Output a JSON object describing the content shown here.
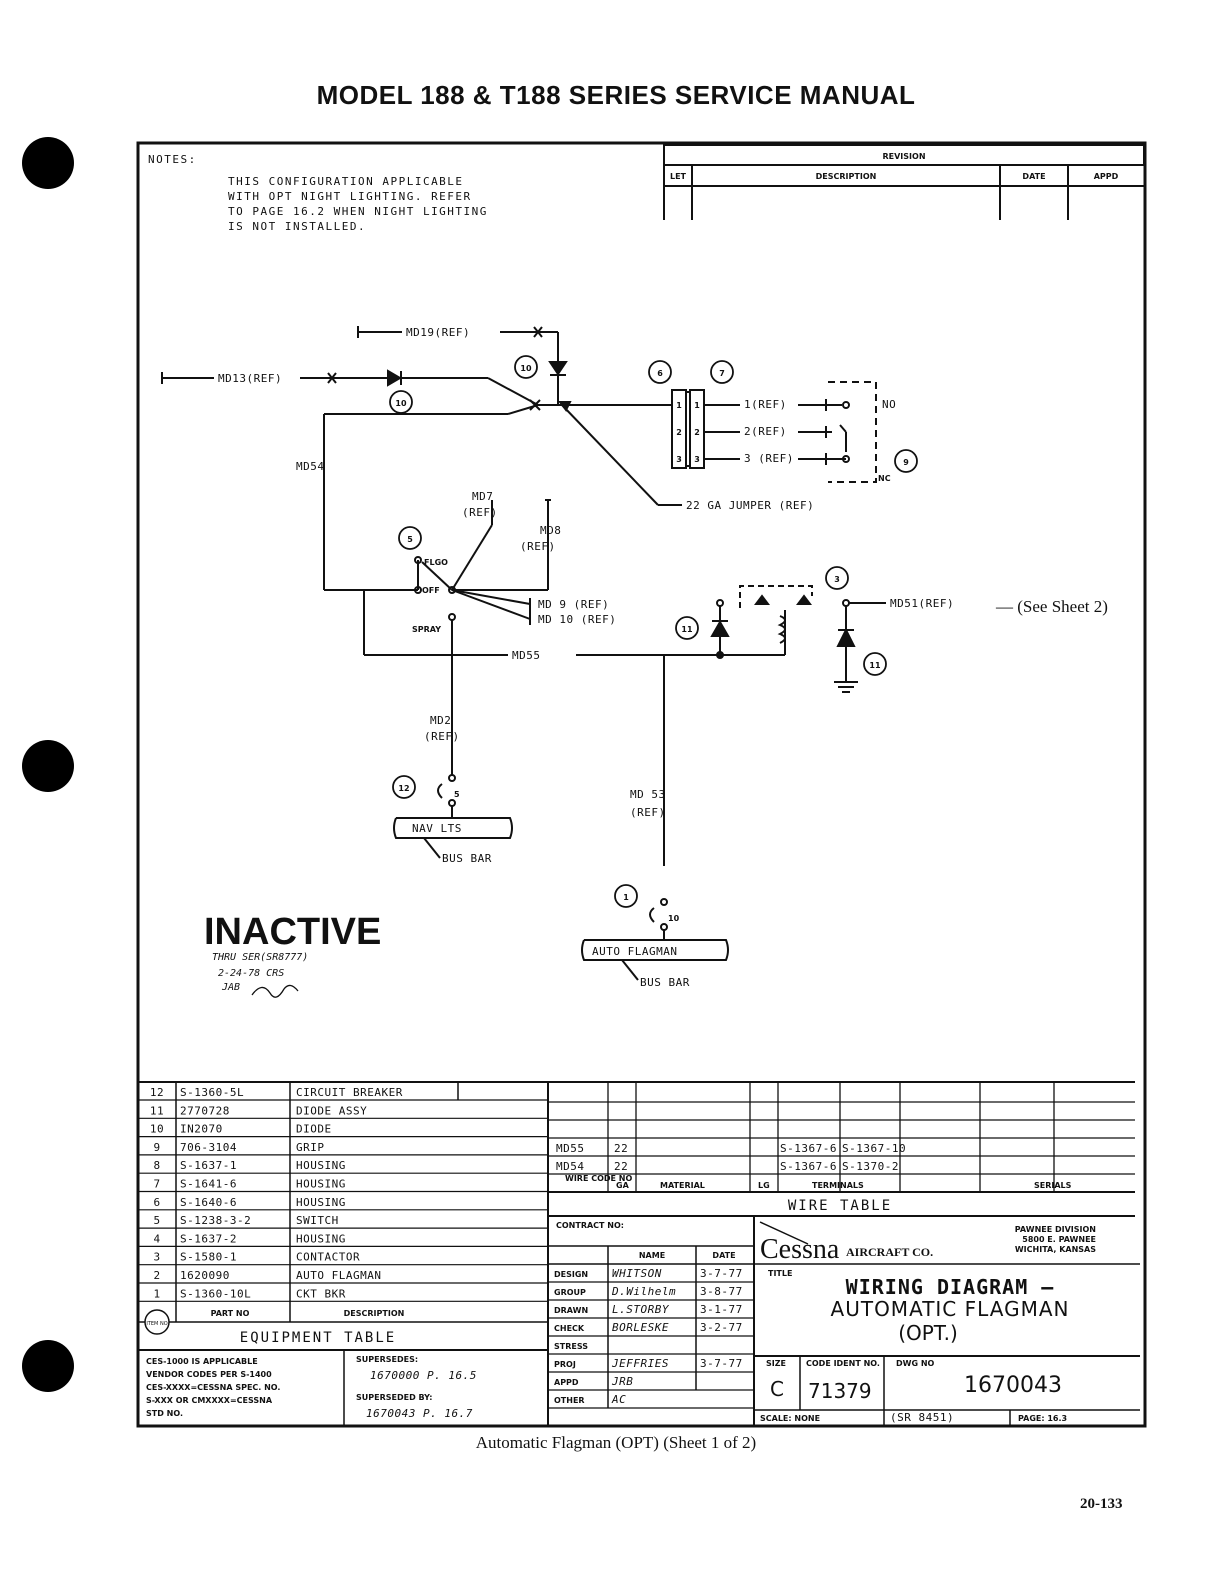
{
  "header": {
    "title": "MODEL 188 & T188 SERIES SERVICE MANUAL"
  },
  "notes": {
    "label": "NOTES:",
    "lines": [
      "THIS CONFIGURATION APPLICABLE",
      "WITH OPT NIGHT LIGHTING. REFER",
      "TO PAGE 16.2 WHEN NIGHT LIGHTING",
      "IS NOT INSTALLED."
    ]
  },
  "revision": {
    "title": "REVISION",
    "cols": [
      "LET",
      "DESCRIPTION",
      "DATE",
      "APPD"
    ]
  },
  "diagram": {
    "wire_md19": "MD19(REF)",
    "wire_md13": "MD13(REF)",
    "wire_md54": "MD54",
    "wire_md7": "MD7",
    "ref_md7": "(REF)",
    "wire_md8": "MD8",
    "ref_md8": "(REF)",
    "wire_md9": "MD 9 (REF)",
    "wire_md10": "MD 10 (REF)",
    "wire_md55": "MD55",
    "wire_md2": "MD2",
    "ref_md2": "(REF)",
    "wire_md53": "MD 53",
    "ref_md53": "(REF)",
    "wire_md51": "MD51(REF)",
    "see_sheet": "— (See Sheet 2)",
    "pin1": "1(REF)",
    "pin2": "2(REF)",
    "pin3": "3 (REF)",
    "no": "NO",
    "nc": "NC",
    "jumper": "22 GA JUMPER (REF)",
    "flgo": "FLGO",
    "off": "OFF",
    "spray": "SPRAY",
    "nav_lts": "NAV LTS",
    "bus_bar_1": "BUS BAR",
    "breaker_5": "5",
    "breaker_10": "10",
    "auto_flagman": "AUTO FLAGMAN",
    "bus_bar_2": "BUS BAR",
    "callouts": [
      "10",
      "10",
      "6",
      "7",
      "9",
      "5",
      "3",
      "11",
      "11",
      "12",
      "1"
    ],
    "connector_pins": [
      "1",
      "1",
      "2",
      "2",
      "3",
      "3"
    ]
  },
  "stamp": {
    "inactive": "INACTIVE",
    "line1": "THRU SER(SR8777)",
    "line2": "2-24-78 CRS",
    "line3": "JAB"
  },
  "equipment_table": {
    "title": "EQUIPMENT TABLE",
    "col_item": "ITEM NO",
    "col_part": "PART NO",
    "col_desc": "DESCRIPTION",
    "rows": [
      {
        "item": "12",
        "part": "S-1360-5L",
        "desc": "CIRCUIT BREAKER"
      },
      {
        "item": "11",
        "part": "2770728",
        "desc": "DIODE ASSY"
      },
      {
        "item": "10",
        "part": "IN2070",
        "desc": "DIODE"
      },
      {
        "item": "9",
        "part": "706-3104",
        "desc": "GRIP"
      },
      {
        "item": "8",
        "part": "S-1637-1",
        "desc": "HOUSING"
      },
      {
        "item": "7",
        "part": "S-1641-6",
        "desc": "HOUSING"
      },
      {
        "item": "6",
        "part": "S-1640-6",
        "desc": "HOUSING"
      },
      {
        "item": "5",
        "part": "S-1238-3-2",
        "desc": "SWITCH"
      },
      {
        "item": "4",
        "part": "S-1637-2",
        "desc": "HOUSING"
      },
      {
        "item": "3",
        "part": "S-1580-1",
        "desc": "CONTACTOR"
      },
      {
        "item": "2",
        "part": "1620090",
        "desc": "AUTO FLAGMAN"
      },
      {
        "item": "1",
        "part": "S-1360-10L",
        "desc": "CKT BKR"
      }
    ]
  },
  "wire_table": {
    "title": "WIRE TABLE",
    "cols": [
      "WIRE CODE NO",
      "GA",
      "MATERIAL",
      "LG",
      "TERMINALS",
      "SERIALS"
    ],
    "rows": [
      {
        "code": "MD55",
        "ga": "22",
        "term1": "S-1367-6",
        "term2": "S-1367-10"
      },
      {
        "code": "MD54",
        "ga": "22",
        "term1": "S-1367-6",
        "term2": "S-1370-2"
      }
    ]
  },
  "spec_notes": [
    "CES-1000 IS APPLICABLE",
    "VENDOR CODES PER S-1400",
    "CES-XXXX=CESSNA SPEC. NO.",
    "S-XXX OR CMXXXX=CESSNA",
    "STD NO."
  ],
  "supersedes": {
    "label": "SUPERSEDES:",
    "value": "1670000 P. 16.5"
  },
  "superseded_by": {
    "label": "SUPERSEDED BY:",
    "value": "1670043 P. 16.7"
  },
  "title_block": {
    "contract_label": "CONTRACT NO:",
    "name_label": "NAME",
    "date_label": "DATE",
    "sign_rows": [
      {
        "role": "DESIGN",
        "name": "WHITSON",
        "date": "3-7-77"
      },
      {
        "role": "GROUP",
        "name": "D.Wilhelm",
        "date": "3-8-77"
      },
      {
        "role": "DRAWN",
        "name": "L.STORBY",
        "date": "3-1-77"
      },
      {
        "role": "CHECK",
        "name": "BORLESKE",
        "date": "3-2-77"
      },
      {
        "role": "STRESS",
        "name": "",
        "date": ""
      },
      {
        "role": "PROJ",
        "name": "JEFFRIES",
        "date": "3-7-77"
      },
      {
        "role": "APPD",
        "name": "JRB",
        "date": ""
      },
      {
        "role": "OTHER",
        "name": "AC",
        "date": ""
      }
    ],
    "logo": "Cessna",
    "logo_suffix": "AIRCRAFT CO.",
    "division": [
      "PAWNEE DIVISION",
      "5800 E. PAWNEE",
      "WICHITA, KANSAS"
    ],
    "title_label": "TITLE",
    "title_lines": [
      "WIRING DIAGRAM —",
      "AUTOMATIC FLAGMAN",
      "(OPT.)"
    ],
    "size_label": "SIZE",
    "size": "C",
    "code_ident_label": "CODE IDENT NO.",
    "code_ident": "71379",
    "dwg_no_label": "DWG NO",
    "dwg_no": "1670043",
    "scale": "SCALE: NONE",
    "ref": "(SR 8451)",
    "page": "PAGE: 16.3"
  },
  "caption": "Automatic Flagman (OPT) (Sheet 1 of 2)",
  "page_number": "20-133"
}
